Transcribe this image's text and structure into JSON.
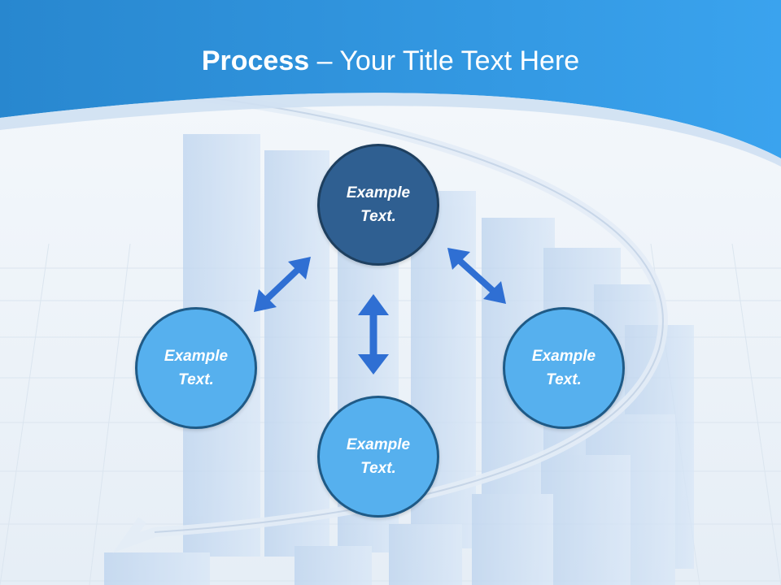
{
  "title": {
    "bold": "Process",
    "rest": " – Your Title Text Here"
  },
  "nodes": {
    "top": {
      "line1": "Example",
      "line2": "Text."
    },
    "left": {
      "line1": "Example",
      "line2": "Text."
    },
    "right": {
      "line1": "Example",
      "line2": "Text."
    },
    "bottom": {
      "line1": "Example",
      "line2": "Text."
    }
  },
  "colors": {
    "header": "#2f8fd6",
    "node_fill": "#56b0ee",
    "node_top_fill": "#2f5f91",
    "node_border": "#1f5a86",
    "arrow": "#2f6fd3"
  }
}
